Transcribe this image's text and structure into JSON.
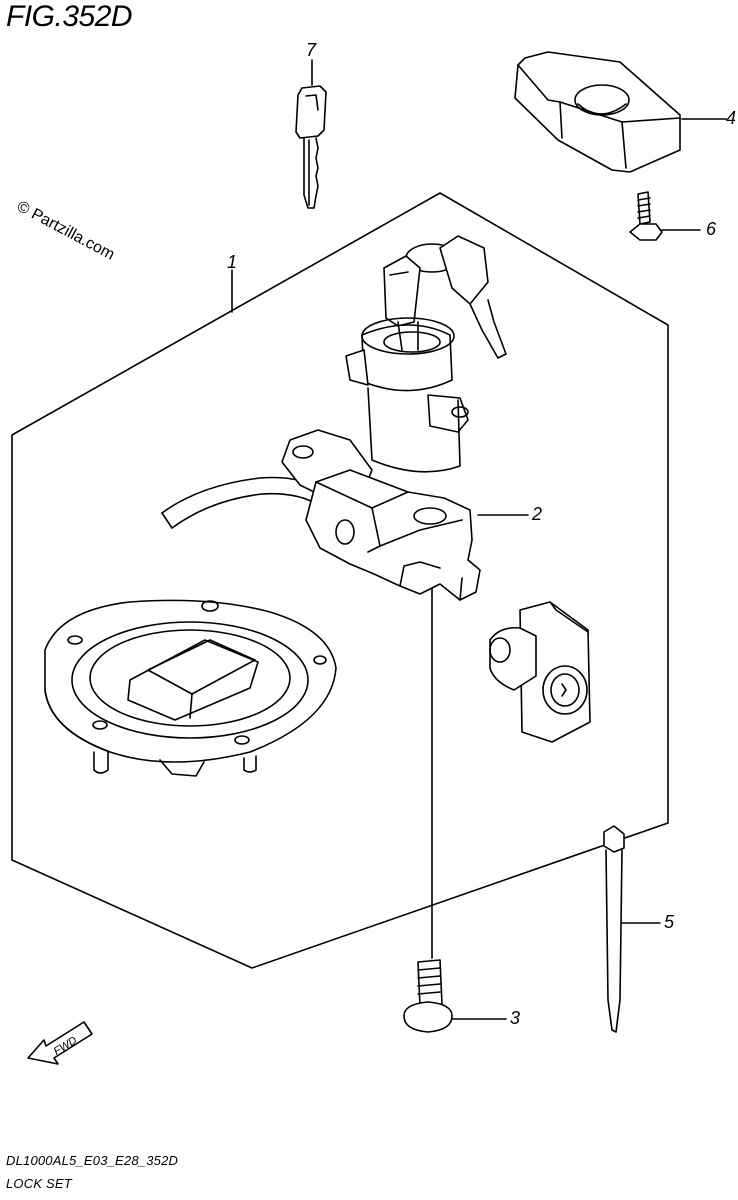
{
  "figure": {
    "title": "FIG.352D",
    "watermark": "© Partzilla.com",
    "footer_code": "DL1000AL5_E03_E28_352D",
    "footer_name": "LOCK SET"
  },
  "callouts": [
    "1",
    "2",
    "3",
    "4",
    "5",
    "6",
    "7"
  ],
  "direction_marker": "FWD",
  "colors": {
    "line": "#000000",
    "background": "#ffffff"
  }
}
